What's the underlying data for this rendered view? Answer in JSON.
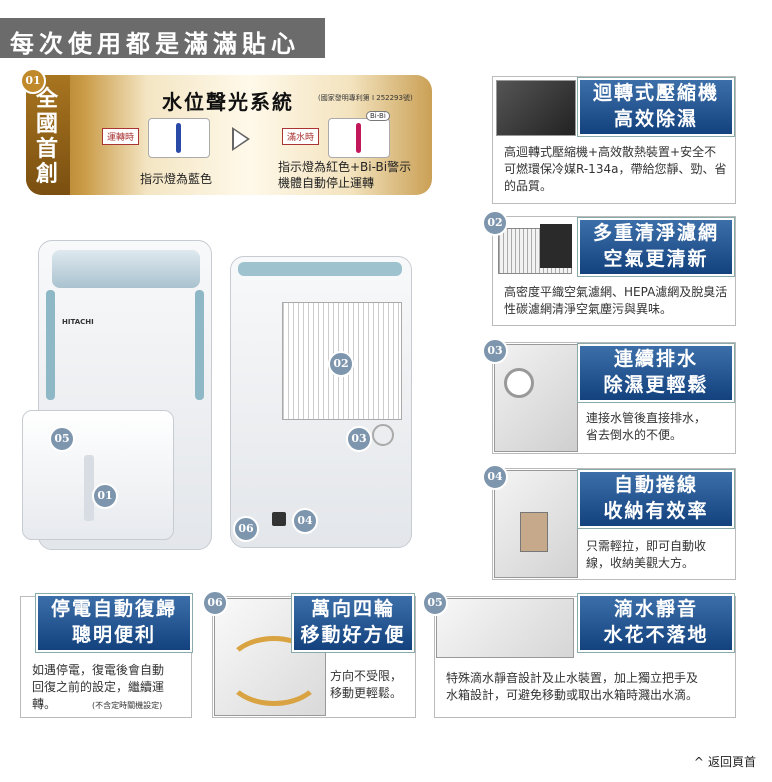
{
  "header": {
    "title": "每次使用都是滿滿貼心"
  },
  "water": {
    "badge": "01",
    "side": "全國首創",
    "title": "水位聲光系統",
    "patent": "(國家發明專利第 I 252293號)",
    "running_label": "運轉時",
    "running_caption": "指示燈為藍色",
    "full_label": "滿水時",
    "bibi": "Bi-Bi",
    "full_caption_1": "指示燈為紅色+Bi-Bi警示",
    "full_caption_2": "機體自動停止運轉"
  },
  "features": [
    {
      "badge": "",
      "title_1": "迴轉式壓縮機",
      "title_2": "高效除濕",
      "desc": "高迴轉式壓縮機+高效散熱裝置+安全不可燃環保冷媒R-134a，帶給您靜、勁、省的品質。"
    },
    {
      "badge": "02",
      "title_1": "多重清淨濾網",
      "title_2": "空氣更清新",
      "desc": "高密度平織空氣濾網、HEPA濾網及脫臭活性碳濾網清淨空氣塵污與異味。"
    },
    {
      "badge": "03",
      "title_1": "連續排水",
      "title_2": "除濕更輕鬆",
      "desc_1": "連接水管後直接排水，",
      "desc_2": "省去倒水的不便。"
    },
    {
      "badge": "04",
      "title_1": "自動捲線",
      "title_2": "收納有效率",
      "desc_1": "只需輕拉，即可自動收",
      "desc_2": "線，收納美觀大方。"
    }
  ],
  "bottom": [
    {
      "badge": "",
      "title_1": "停電自動復歸",
      "title_2": "聰明便利",
      "desc_1": "如遇停電，復電後會自動",
      "desc_2": "回復之前的設定，繼續運",
      "desc_3": "轉。",
      "note": "(不含定時關機設定)"
    },
    {
      "badge": "06",
      "title_1": "萬向四輪",
      "title_2": "移動好方便",
      "desc_1": "方向不受限，",
      "desc_2": "移動更輕鬆。"
    },
    {
      "badge": "05",
      "title_1": "滴水靜音",
      "title_2": "水花不落地",
      "desc_1": "特殊滴水靜音設計及止水裝置，加上獨立把手及",
      "desc_2": "水箱設計，可避免移動或取出水箱時濺出水滴。"
    }
  ],
  "product": {
    "brand": "HITACHI",
    "markers": [
      "05",
      "01",
      "02",
      "03",
      "06",
      "04"
    ]
  },
  "footer": {
    "back_top": "返回頁首",
    "arrow": "^"
  },
  "colors": {
    "title_blue": "#1a4a86",
    "gold": "#c08a2a",
    "badge_blue": "#7d95ad",
    "running_bar": "#2a4aa8",
    "full_bar": "#c2185b"
  }
}
